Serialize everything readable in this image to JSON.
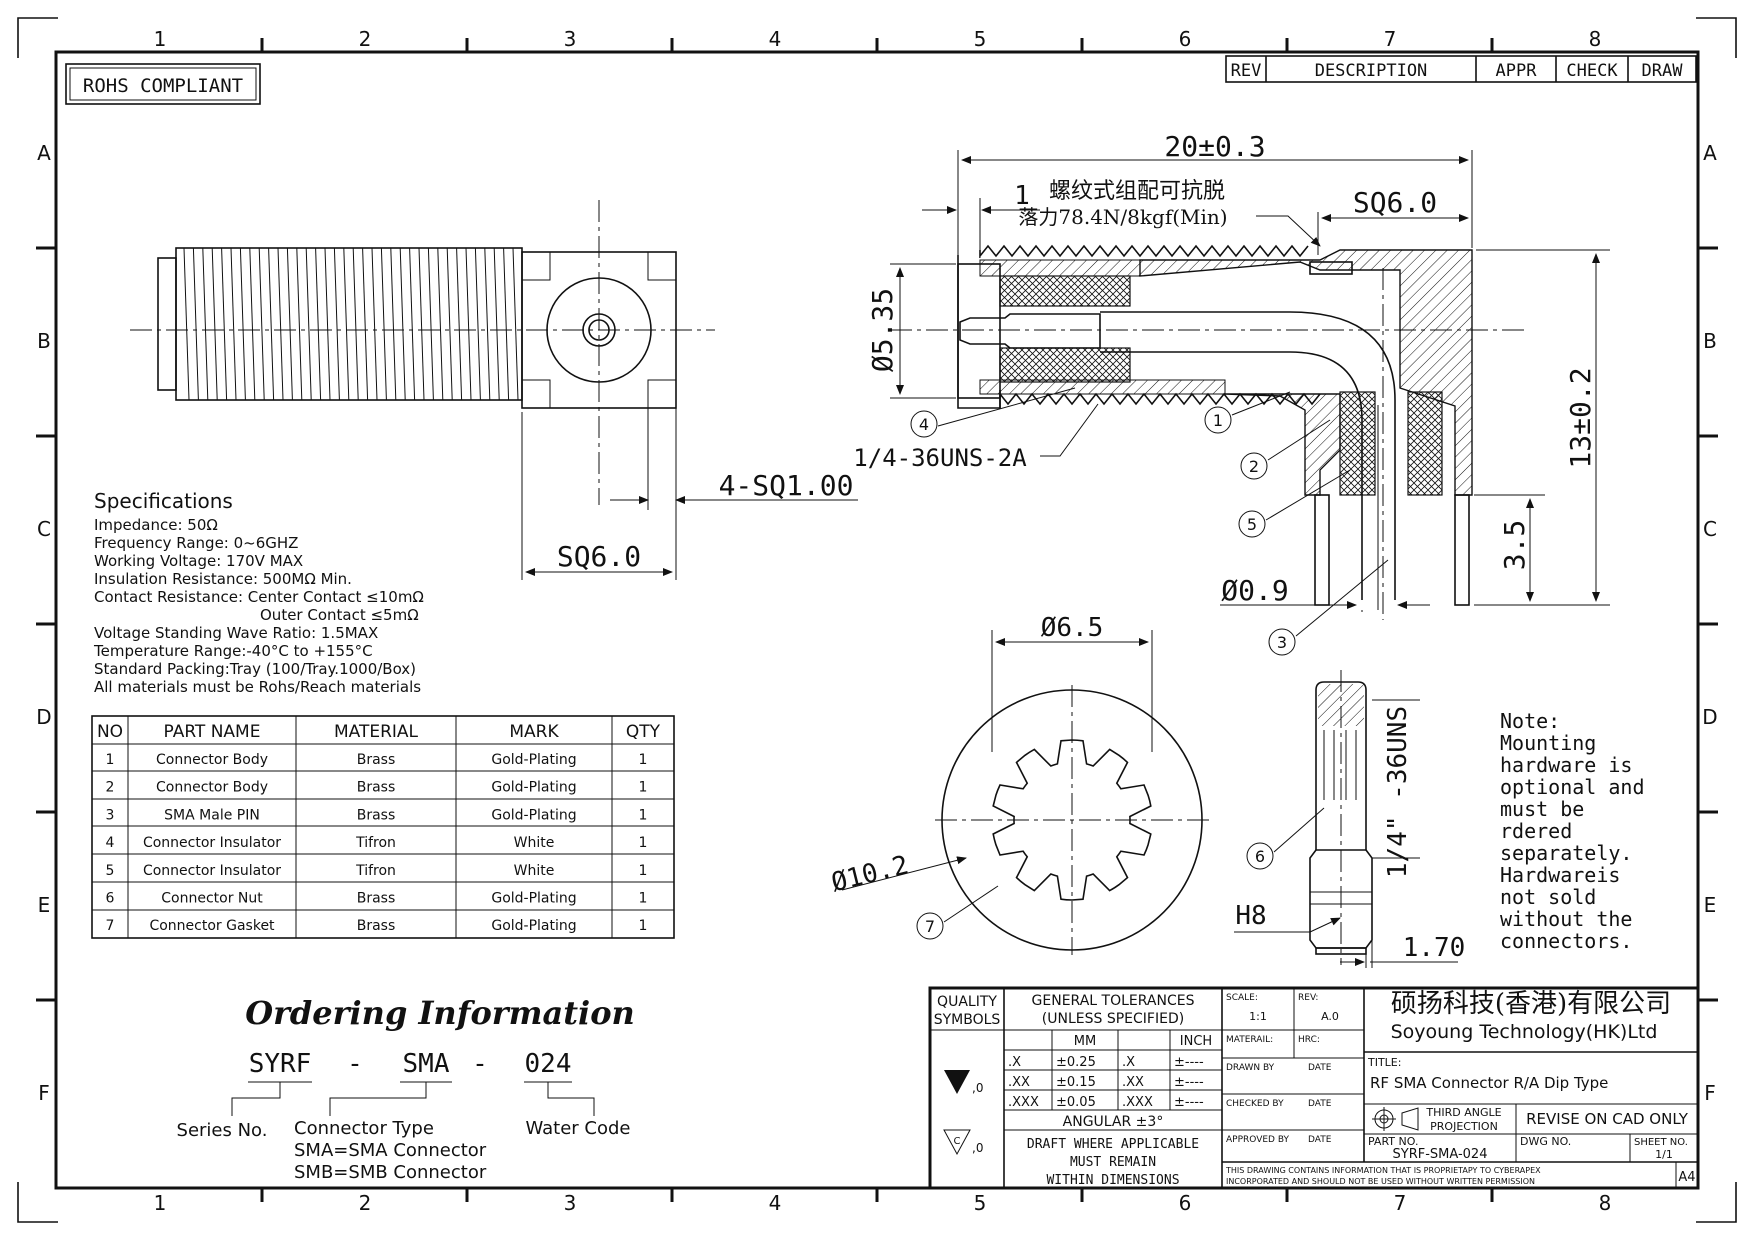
{
  "badge": "ROHS COMPLIANT",
  "zones": {
    "cols_top": [
      "1",
      "2",
      "3",
      "4",
      "5",
      "6",
      "7",
      "8"
    ],
    "cols_bottom": [
      "1",
      "2",
      "3",
      "4",
      "5",
      "6",
      "7",
      "8"
    ],
    "rows": [
      "A",
      "B",
      "C",
      "D",
      "E",
      "F"
    ]
  },
  "rev_block": {
    "rev": "REV",
    "description": "DESCRIPTION",
    "appr": "APPR",
    "check": "CHECK",
    "draw": "DRAW"
  },
  "views": {
    "front": {
      "dim_top_sq": "4-SQ1.00",
      "dim_bottom_sq": "SQ6.0"
    },
    "side": {
      "overall_length": "20±0.3",
      "offset": "1",
      "note_cn_line1": "螺纹式组配可抗脱",
      "note_cn_line2": "落力78.4N/8kgf(Min)",
      "sq": "SQ6.0",
      "diameter": "Ø5.35",
      "height": "13±0.2",
      "pin_length": "3.5",
      "pin_diameter": "Ø0.9",
      "thread": "1/4-36UNS-2A",
      "balloons": [
        "1",
        "2",
        "3",
        "4",
        "5"
      ]
    },
    "nut": {
      "inner": "Ø6.5",
      "outer": "Ø10.2",
      "balloon": "7"
    },
    "nut_side": {
      "thread": "1/4\" -36UNS",
      "hex": "H8",
      "thickness": "1.70",
      "balloon": "6"
    }
  },
  "note": {
    "title": "Note:",
    "lines": [
      "Mounting",
      "hardware is",
      "optional and",
      "must be",
      "rdered",
      "separately.",
      "Hardwareis",
      "not sold",
      "without the",
      "connectors."
    ]
  },
  "specs": {
    "title": "Specifications",
    "lines": [
      "Impedance: 50Ω",
      "Frequency Range: 0~6GHZ",
      "Working Voltage: 170V MAX",
      "Insulation Resistance: 500MΩ Min.",
      "Contact Resistance: Center Contact ≤10mΩ",
      "Outer Contact ≤5mΩ",
      "Voltage Standing Wave Ratio: 1.5MAX",
      "Temperature Range:-40°C to +155°C",
      "Standard Packing:Tray (100/Tray.1000/Box)",
      "All materials must be Rohs/Reach materials"
    ]
  },
  "parts_table": {
    "headers": [
      "NO",
      "PART NAME",
      "MATERIAL",
      "MARK",
      "QTY"
    ],
    "rows": [
      [
        "1",
        "Connector Body",
        "Brass",
        "Gold-Plating",
        "1"
      ],
      [
        "2",
        "Connector Body",
        "Brass",
        "Gold-Plating",
        "1"
      ],
      [
        "3",
        "SMA Male PIN",
        "Brass",
        "Gold-Plating",
        "1"
      ],
      [
        "4",
        "Connector Insulator",
        "Tifron",
        "White",
        "1"
      ],
      [
        "5",
        "Connector Insulator",
        "Tifron",
        "White",
        "1"
      ],
      [
        "6",
        "Connector Nut",
        "Brass",
        "Gold-Plating",
        "1"
      ],
      [
        "7",
        "Connector Gasket",
        "Brass",
        "Gold-Plating",
        "1"
      ]
    ]
  },
  "ordering": {
    "title": "Ordering Information",
    "part1": "SYRF",
    "dash1": "-",
    "part2": "SMA",
    "dash2": "-",
    "part3": "024",
    "label1": "Series No.",
    "label2": "Connector Type",
    "label2_line2": "SMA=SMA Connector",
    "label2_line3": "SMB=SMB Connector",
    "label3": "Water Code"
  },
  "title_block": {
    "quality": "QUALITY",
    "symbols": "SYMBOLS",
    "sym0": ",0",
    "sym1": ",0",
    "sym_c": "C",
    "gen_tol": "GENERAL TOLERANCES",
    "unless": "(UNLESS SPECIFIED)",
    "mm": "MM",
    "inch": "INCH",
    "tol_rows": [
      [
        ".X",
        "±0.25",
        ".X",
        "±----"
      ],
      [
        ".XX",
        "±0.15",
        ".XX",
        "±----"
      ],
      [
        ".XXX",
        "±0.05",
        ".XXX",
        "±----"
      ]
    ],
    "angular": "ANGULAR ±3°",
    "draft_1": "DRAFT WHERE APPLICABLE",
    "draft_2": "MUST REMAIN",
    "draft_3": "WITHIN DIMENSIONS",
    "scale_label": "SCALE:",
    "scale": "1:1",
    "rev_label": "REV:",
    "rev": "A.0",
    "material_label": "MATERAIL:",
    "hrc_label": "HRC:",
    "drawn_by": "DRAWN BY",
    "checked_by": "CHECKED BY",
    "approved_by": "APPROVED BY",
    "date": "DATE",
    "company_cn": "硕扬科技(香港)有限公司",
    "company_en": "Soyoung Technology(HK)Ltd",
    "title_label": "TITLE:",
    "title": "RF SMA Connector R/A Dip Type",
    "projection_1": "THIRD ANGLE",
    "projection_2": "PROJECTION",
    "revise": "REVISE ON CAD ONLY",
    "part_no_label": "PART NO.",
    "part_no": "SYRF-SMA-024",
    "dwg_no_label": "DWG NO.",
    "sheet_label": "SHEET NO.",
    "sheet": "1/1",
    "disclaimer_1": "THIS DRAWING CONTAINS INFORMATION THAT IS PROPRIETAPY TO CYBERAPEX",
    "disclaimer_2": "INCORPORATED AND SHOULD NOT BE USED WITHOUT WRITTEN PERMISSION",
    "size": "A4"
  }
}
